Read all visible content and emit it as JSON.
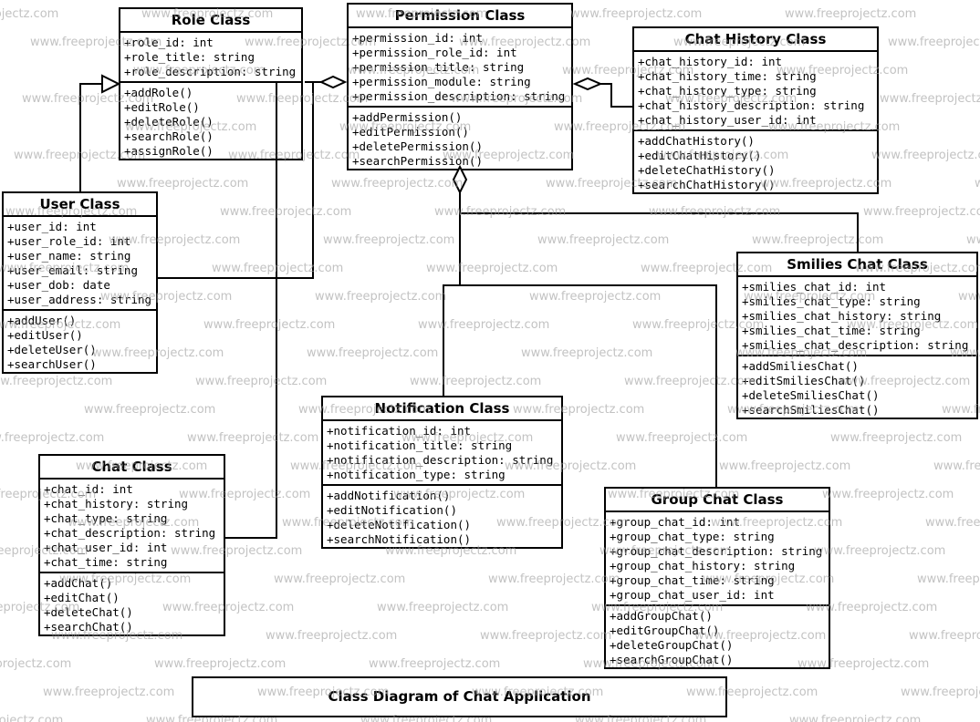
{
  "caption": "Class Diagram of Chat Application",
  "watermark": {
    "text": "www.freeprojectz.com",
    "color": "#9e9e9e"
  },
  "classes": [
    {
      "id": "role",
      "name": "Role Class",
      "attributes": [
        "+role_id: int",
        "+role_title: string",
        "+role_description: string"
      ],
      "methods": [
        "+addRole()",
        "+editRole()",
        "+deleteRole()",
        "+searchRole()",
        "+assignRole()"
      ]
    },
    {
      "id": "permission",
      "name": "Permission Class",
      "attributes": [
        "+permission_id: int",
        "+permission_role_id: int",
        "+permission_title: string",
        "+permission_module: string",
        "+permission_description: string"
      ],
      "methods": [
        "+addPermission()",
        "+editPermission()",
        "+deletePermission()",
        "+searchPermission()"
      ]
    },
    {
      "id": "chat_history",
      "name": "Chat History Class",
      "attributes": [
        "+chat_history_id: int",
        "+chat_history_time: string",
        "+chat_history_type: string",
        "+chat_history_description: string",
        "+chat_history_user_id: int"
      ],
      "methods": [
        "+addChatHistory()",
        "+editChatHistory()",
        "+deleteChatHistory()",
        "+searchChatHistory()"
      ]
    },
    {
      "id": "user",
      "name": "User Class",
      "attributes": [
        "+user_id: int",
        "+user_role_id: int",
        "+user_name: string",
        "+user_email: string",
        "+user_dob: date",
        "+user_address: string"
      ],
      "methods": [
        "+addUser()",
        "+editUser()",
        "+deleteUser()",
        "+searchUser()"
      ]
    },
    {
      "id": "smilies_chat",
      "name": "Smilies Chat Class",
      "attributes": [
        "+smilies_chat_id: int",
        "+smilies_chat_type: string",
        "+smilies_chat_history: string",
        "+smilies_chat_time: string",
        "+smilies_chat_description: string"
      ],
      "methods": [
        "+addSmiliesChat()",
        "+editSmiliesChat()",
        "+deleteSmiliesChat()",
        "+searchSmiliesChat()"
      ]
    },
    {
      "id": "notification",
      "name": "Notification Class",
      "attributes": [
        "+notification_id: int",
        "+notification_title: string",
        "+notification_description: string",
        "+notification_type: string"
      ],
      "methods": [
        "+addNotification()",
        "+editNotification()",
        "+deleteNotification()",
        "+searchNotification()"
      ]
    },
    {
      "id": "chat",
      "name": "Chat Class",
      "attributes": [
        "+chat_id: int",
        "+chat_history: string",
        "+chat_type: string",
        "+chat_description: string",
        "+chat_user_id: int",
        "+chat_time: string"
      ],
      "methods": [
        "+addChat()",
        "+editChat()",
        "+deleteChat()",
        "+searchChat()"
      ]
    },
    {
      "id": "group_chat",
      "name": "Group Chat Class",
      "attributes": [
        "+group_chat_id: int",
        "+group_chat_type: string",
        "+group_chat_description: string",
        "+group_chat_history: string",
        "+group_chat_time: string",
        "+group_chat_user_id: int"
      ],
      "methods": [
        "+addGroupChat()",
        "+editGroupChat()",
        "+deleteGroupChat()",
        "+searchGroupChat()"
      ]
    }
  ],
  "relationships": [
    {
      "from": "user",
      "to": "role",
      "type": "generalization"
    },
    {
      "from": "role",
      "to": "permission",
      "type": "aggregation"
    },
    {
      "from": "user",
      "to": "permission",
      "type": "aggregation"
    },
    {
      "from": "chat_history",
      "to": "permission",
      "type": "aggregation"
    },
    {
      "from": "notification",
      "to": "permission",
      "type": "aggregation"
    },
    {
      "from": "group_chat",
      "to": "permission",
      "type": "aggregation"
    },
    {
      "from": "smilies_chat",
      "to": "permission",
      "type": "aggregation"
    },
    {
      "from": "chat",
      "to": "role",
      "type": "association"
    }
  ]
}
